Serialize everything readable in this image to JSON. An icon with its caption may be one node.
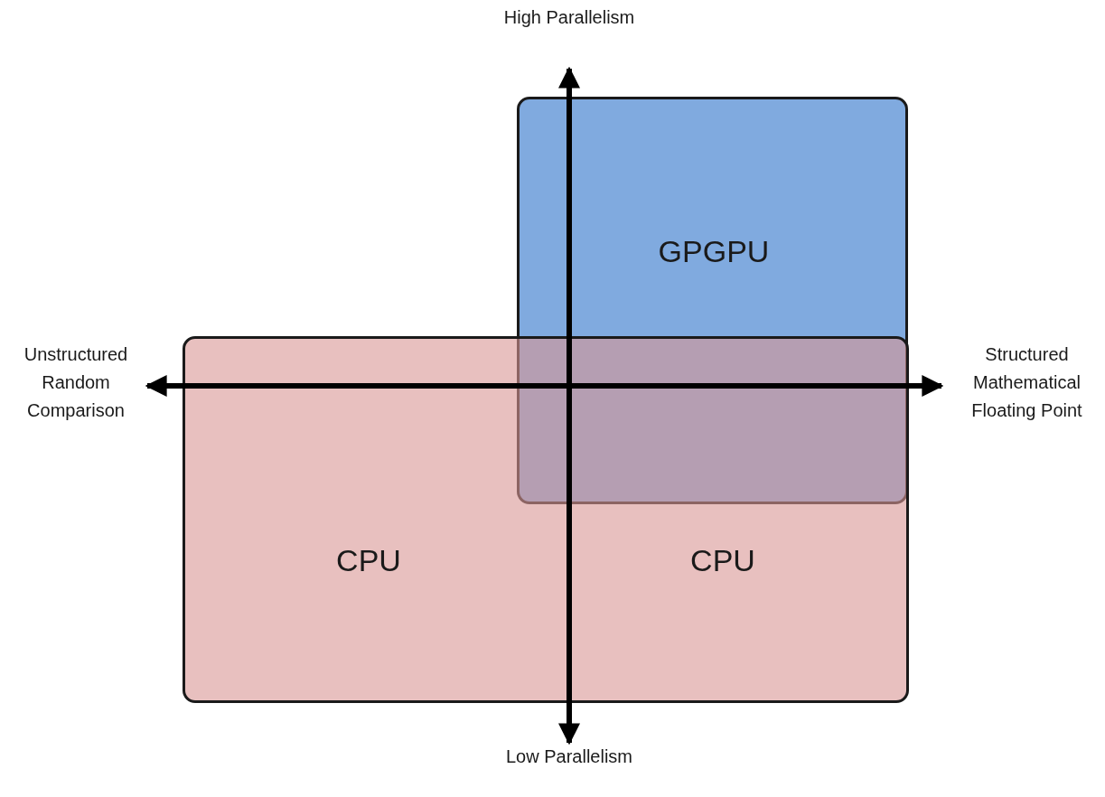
{
  "diagram": {
    "nodes": [
      {
        "text": [
          "GPGPU"
        ]
      },
      {
        "text": [
          "CPU",
          "CPU"
        ]
      }
    ],
    "labels": [
      "High Parallelism",
      "Unstructured Random Comparison",
      "Structured Mathematical Floating Point",
      "Low Parallelism"
    ]
  }
}
